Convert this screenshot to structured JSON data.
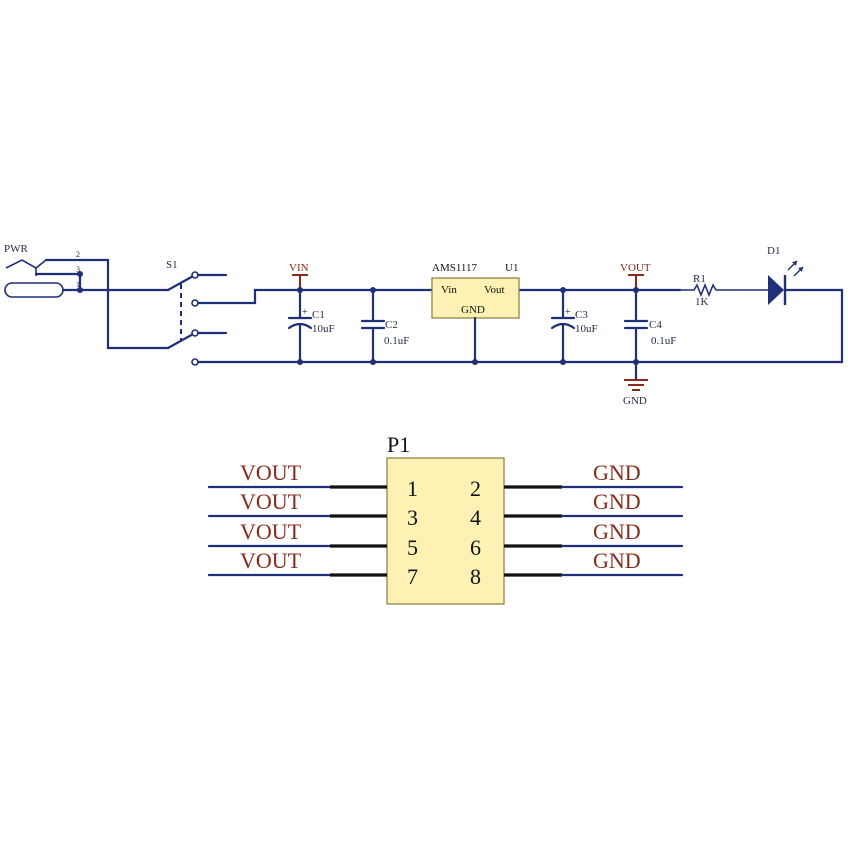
{
  "power_jack": {
    "label": "PWR",
    "pin_labels": [
      "2",
      "3",
      "1"
    ]
  },
  "switch": {
    "label": "S1"
  },
  "nets": {
    "vin": "VIN",
    "vout": "VOUT",
    "gnd": "GND"
  },
  "capacitors": [
    {
      "ref": "C1",
      "value": "10uF"
    },
    {
      "ref": "C2",
      "value": "0.1uF"
    },
    {
      "ref": "C3",
      "value": "10uF"
    },
    {
      "ref": "C4",
      "value": "0.1uF"
    }
  ],
  "regulator": {
    "part": "AMS1117",
    "ref": "U1",
    "pin_vin": "Vin",
    "pin_vout": "Vout",
    "pin_gnd": "GND"
  },
  "resistor": {
    "ref": "R1",
    "value": "1K"
  },
  "led": {
    "ref": "D1"
  },
  "header": {
    "ref": "P1",
    "left_nets": [
      "VOUT",
      "VOUT",
      "VOUT",
      "VOUT"
    ],
    "right_nets": [
      "GND",
      "GND",
      "GND",
      "GND"
    ],
    "left_pins": [
      "1",
      "3",
      "5",
      "7"
    ],
    "right_pins": [
      "2",
      "4",
      "6",
      "8"
    ]
  },
  "colors": {
    "wire": "#1f2f7a",
    "net_label": "#8a2a1a",
    "chip_fill": "#fdf2b3"
  }
}
